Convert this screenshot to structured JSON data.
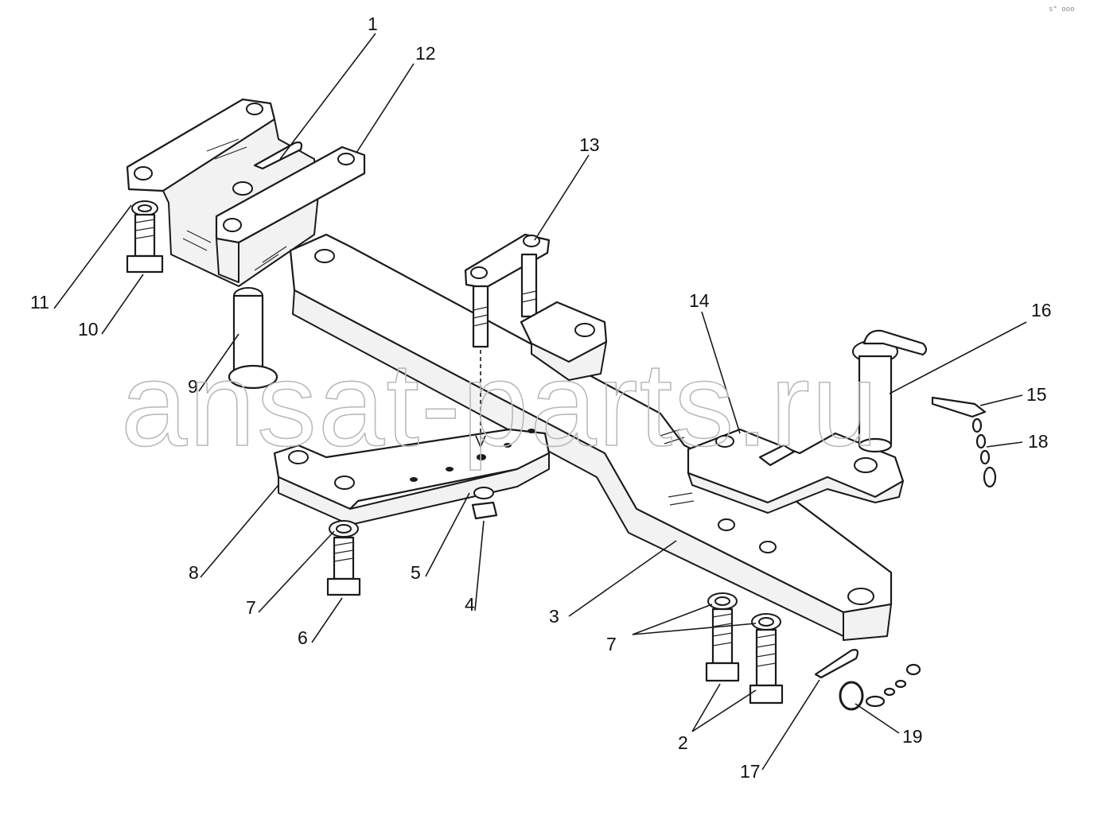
{
  "watermark": "ansat-parts.ru",
  "corner_mark": "s° ooo",
  "callouts": {
    "c1": "1",
    "c2": "2",
    "c3": "3",
    "c4": "4",
    "c5": "5",
    "c6": "6",
    "c7a": "7",
    "c7b": "7",
    "c8": "8",
    "c9": "9",
    "c10": "10",
    "c11": "11",
    "c12": "12",
    "c13": "13",
    "c14": "14",
    "c15": "15",
    "c16": "16",
    "c17": "17",
    "c18": "18",
    "c19": "19"
  }
}
